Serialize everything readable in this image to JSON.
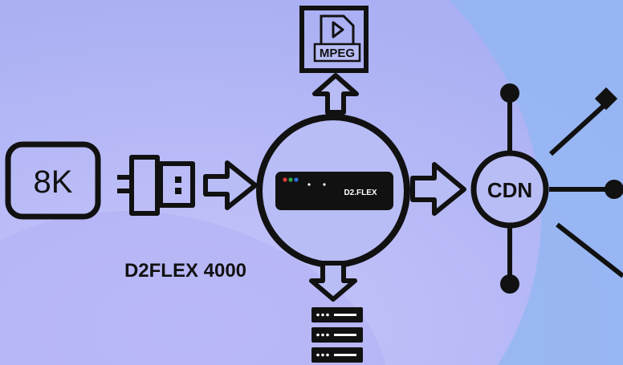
{
  "source": {
    "resolution_label": "8K"
  },
  "product": {
    "name": "D2FLEX 4000",
    "device_brand": "D2.FLEX"
  },
  "outputs": {
    "file_format_label": "MPEG",
    "delivery_label": "CDN"
  },
  "icons": [
    "8k-source-icon",
    "hdmi-cable-icon",
    "arrow-right-icon",
    "encoder-device-icon",
    "mpeg-file-icon",
    "server-rack-icon",
    "cdn-network-icon",
    "arrow-up-icon",
    "arrow-down-icon"
  ],
  "colors": {
    "background": "#b9bdf5",
    "background_accent": "#8fb8f4",
    "stroke": "#111111",
    "device_led_red": "#e23b3b",
    "device_led_green": "#2ea84c",
    "device_led_blue": "#2f6fe0"
  }
}
